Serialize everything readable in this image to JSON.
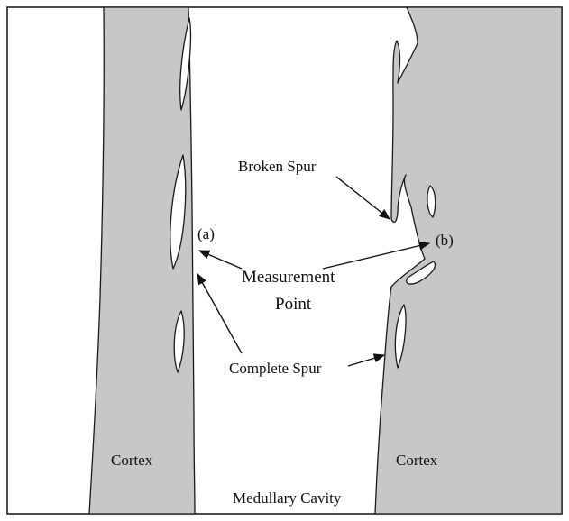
{
  "labels": {
    "broken_spur": "Broken Spur",
    "point_a": "(a)",
    "point_b": "(b)",
    "measurement_line1": "Measurement",
    "measurement_line2": "Point",
    "complete_spur": "Complete Spur",
    "cortex_left": "Cortex",
    "cortex_right": "Cortex",
    "medullary_cavity": "Medullary Cavity"
  },
  "colors": {
    "cortex_fill": "#c7c7c7",
    "outline": "#1a1a1a",
    "background": "#ffffff"
  }
}
